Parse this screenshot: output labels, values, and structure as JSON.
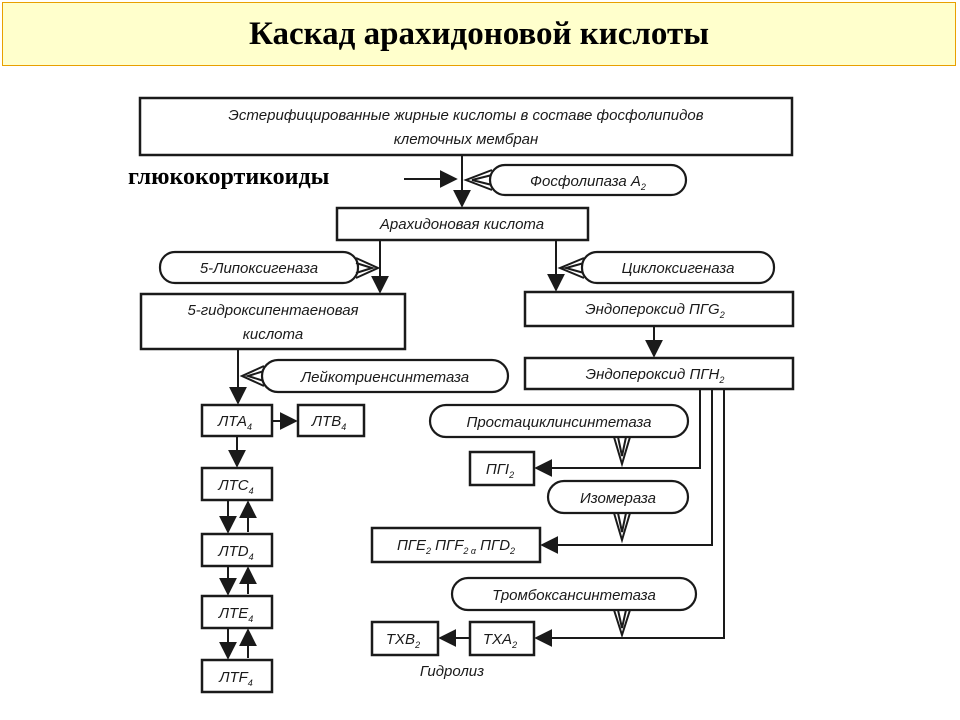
{
  "title": "Каскад арахидоновой кислоты",
  "glucocorticoids": "глюкокортикоиды",
  "nodes": {
    "phospholipids_line1": "Эстерифицированные жирные кислоты в составе фосфолипидов",
    "phospholipids_line2": "клеточных мембран",
    "phospholipase": "Фосфолипаза A",
    "phospholipase_sub": "2",
    "arachidonic": "Арахидоновая кислота",
    "lipoxygenase": "5-Липоксигеназа",
    "cyclooxygenase": "Циклоксигеназа",
    "hete_line1": "5-гидроксипентаеновая",
    "hete_line2": "кислота",
    "pgg": "Эндопероксид ПГG",
    "pgg_sub": "2",
    "pgh": "Эндопероксид ПГH",
    "pgh_sub": "2",
    "leukotriene_synthetase": "Лейкотриенсинтетаза",
    "lta": "ЛТА",
    "lta_sub": "4",
    "ltb": "ЛТВ",
    "ltb_sub": "4",
    "ltc": "ЛТС",
    "ltc_sub": "4",
    "ltd": "ЛТD",
    "ltd_sub": "4",
    "lte": "ЛТЕ",
    "lte_sub": "4",
    "ltf": "ЛТF",
    "ltf_sub": "4",
    "prostacyclin_synthetase": "Простациклинсинтетаза",
    "pgi": "ПГI",
    "pgi_sub": "2",
    "isomerase": "Изомераза",
    "pge": "ПГЕ",
    "pge_sub": "2",
    "pgf": " ПГF",
    "pgf_sub": "2 α",
    "pgd": " ПГD",
    "pgd_sub": "2",
    "thromboxane_synthetase": "Тромбоксансинтетаза",
    "txb": "ТХВ",
    "txb_sub": "2",
    "txa": "ТХА",
    "txa_sub": "2",
    "hydrolysis": "Гидролиз"
  }
}
